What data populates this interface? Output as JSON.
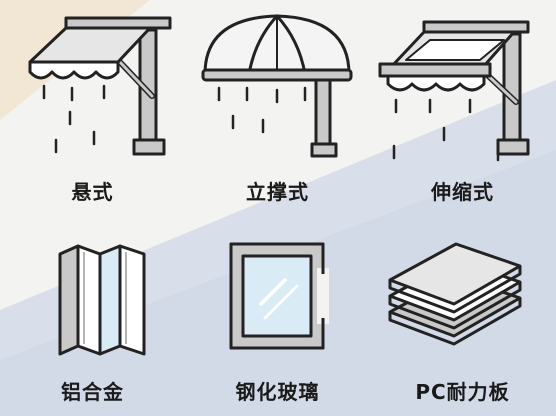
{
  "items": [
    {
      "id": "suspended",
      "label": "悬式",
      "icon": "suspended-awning-icon"
    },
    {
      "id": "standing",
      "label": "立撑式",
      "icon": "umbrella-awning-icon"
    },
    {
      "id": "retractable",
      "label": "伸缩式",
      "icon": "retractable-awning-icon"
    },
    {
      "id": "aluminum",
      "label": "铝合金",
      "icon": "aluminum-panel-icon"
    },
    {
      "id": "glass",
      "label": "钢化玻璃",
      "icon": "tempered-glass-icon"
    },
    {
      "id": "pc",
      "label": "PC耐力板",
      "icon": "pc-sheet-icon"
    }
  ],
  "colors": {
    "background_top": "#f7f7f4",
    "background_bottom": "#dfe4ee",
    "beige_corner": "#f2e7d4",
    "outline": "#222222",
    "fill_gray": "#c9c9c9",
    "fill_white": "#ffffff",
    "glass_blue": "#d9ecf5"
  }
}
